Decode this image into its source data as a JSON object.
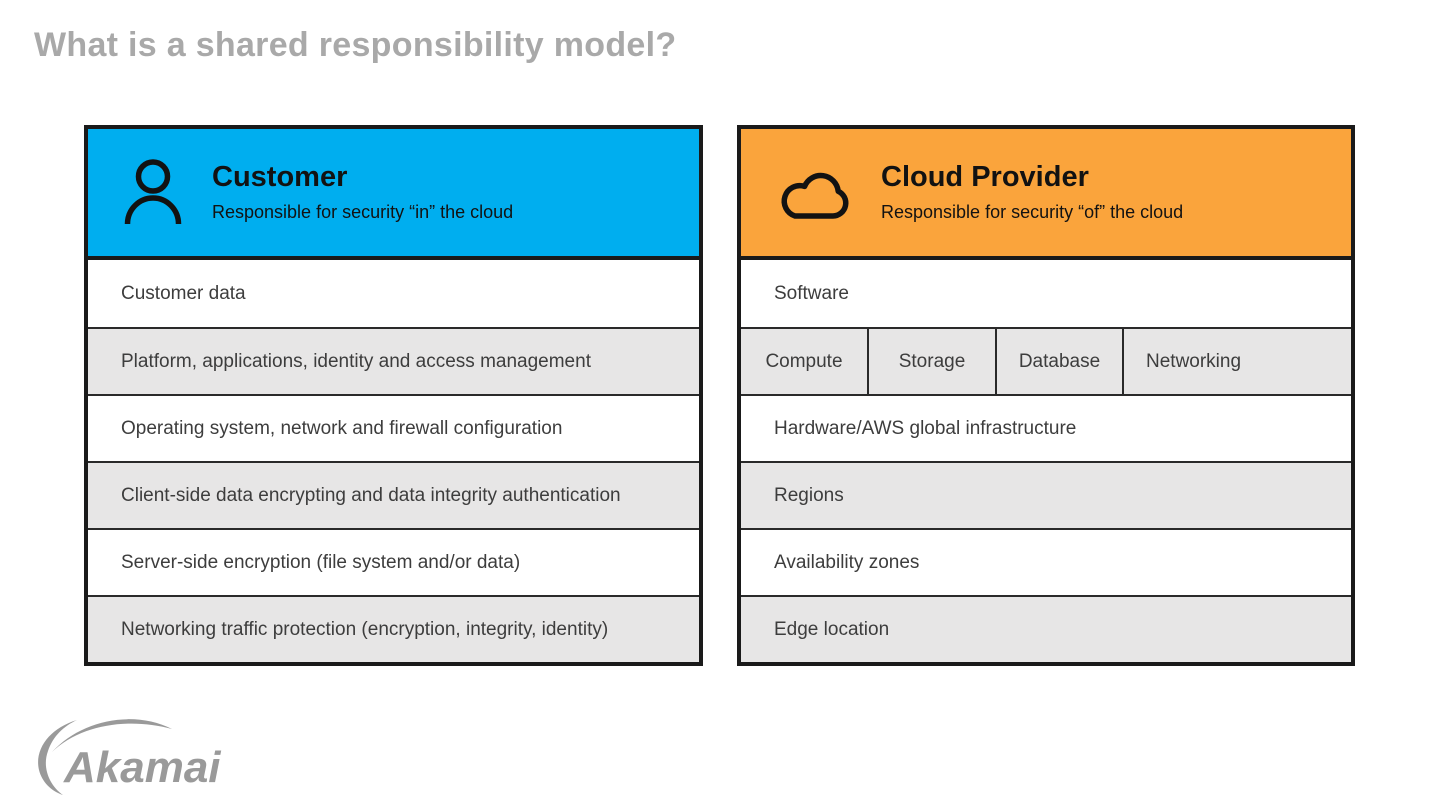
{
  "page": {
    "title": "What is a shared responsibility model?"
  },
  "colors": {
    "customer_header_bg": "#00AEEF",
    "provider_header_bg": "#FAA43C",
    "shaded_row_bg": "#E7E6E6",
    "plain_row_bg": "#FFFFFF",
    "panel_border": "#1A1A1A",
    "title_text": "#A9A9A9",
    "row_text": "#3D3D3D",
    "logo_gray": "#9A9A9A"
  },
  "customer_panel": {
    "icon": "person-icon",
    "title": "Customer",
    "subtitle": "Responsible for security “in” the cloud",
    "rows": [
      {
        "label": "Customer data",
        "shaded": false
      },
      {
        "label": "Platform, applications, identity and access management",
        "shaded": true
      },
      {
        "label": "Operating system, network and firewall configuration",
        "shaded": false
      },
      {
        "label": "Client-side data encrypting and data integrity authentication",
        "shaded": true
      },
      {
        "label": "Server-side encryption (file system and/or data)",
        "shaded": false
      },
      {
        "label": "Networking traffic protection (encryption, integrity, identity)",
        "shaded": true
      }
    ]
  },
  "provider_panel": {
    "icon": "cloud-icon",
    "title": "Cloud Provider",
    "subtitle": "Responsible for security “of” the cloud",
    "rows": [
      {
        "label": "Software",
        "shaded": false
      },
      {
        "cells": [
          "Compute",
          "Storage",
          "Database",
          "Networking"
        ],
        "shaded": true
      },
      {
        "label": "Hardware/AWS global infrastructure",
        "shaded": false
      },
      {
        "label": "Regions",
        "shaded": true
      },
      {
        "label": "Availability zones",
        "shaded": false
      },
      {
        "label": "Edge location",
        "shaded": true
      }
    ]
  },
  "footer": {
    "logo_text": "Akamai"
  }
}
